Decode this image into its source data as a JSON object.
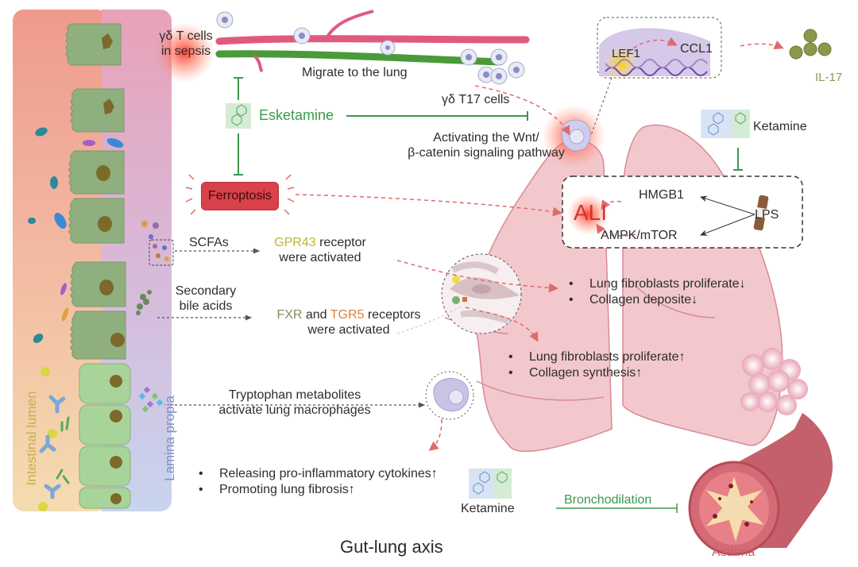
{
  "title": "Gut-lung axis",
  "gut": {
    "lumen_label": "Intestinal lumen",
    "lamina_label": "Lamina propia"
  },
  "sepsis": {
    "gd_t_cells_line1": "γδ T cells",
    "gd_t_cells_line2": "in sepsis",
    "migrate_label": "Migrate to the lung",
    "gd_t17_label": "γδ T17 cells",
    "esketamine_label": "Esketamine",
    "ferroptosis_label": "Ferroptosis",
    "wnt_line1": "Activating the Wnt/",
    "wnt_line2": "β-catenin signaling pathway"
  },
  "nucleus": {
    "lef1_label": "LEF1",
    "ccl1_label": "CCL1",
    "il17_label": "IL-17"
  },
  "ali_box": {
    "ketamine_label": "Ketamine",
    "ali_label": "ALI",
    "hmgb1_label": "HMGB1",
    "ampk_label": "AMPK/mTOR",
    "lps_label": "LPS"
  },
  "metabolites": {
    "scfas_label": "SCFAs",
    "gpr43_label": "GPR43",
    "gpr43_rest": " receptor",
    "gpr43_line2": "were activated",
    "bile_line1": "Secondary",
    "bile_line2": "bile acids",
    "fxr_label": "FXR",
    "and_label": " and ",
    "tgr5_label": "TGR5",
    "tgr5_rest": " receptors",
    "fxr_line2": "were activated",
    "tryptophan_line1": "Tryptophan metabolites",
    "tryptophan_line2": "activate lung macrophages"
  },
  "outcomes": {
    "fibro_down": [
      "Lung fibroblasts proliferate↓",
      "Collagen deposite↓"
    ],
    "fibro_up": [
      "Lung fibroblasts proliferate↑",
      "Collagen synthesis↑"
    ],
    "macrophage": [
      "Releasing pro-inflammatory cytokines↑",
      "Promoting lung fibrosis↑"
    ]
  },
  "asthma": {
    "ketamine_label": "Ketamine",
    "bronchodilation_label": "Bronchodilation",
    "asthma_label": "Asthma"
  },
  "colors": {
    "green_inhibit": "#3a9a4a",
    "red_arrow": "#e06a6a",
    "ferroptosis_fill": "#d9424a",
    "ali_text": "#d83030",
    "lung_fill": "#f2c8cc",
    "asthma_text": "#c46070"
  }
}
